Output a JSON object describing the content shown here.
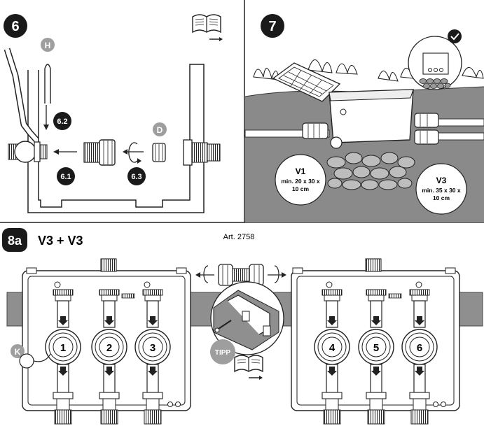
{
  "panel6": {
    "step_label": "6",
    "part_h": "H",
    "part_d": "D",
    "step_6_2": "6.2",
    "step_6_1": "6.1",
    "step_6_3": "6.3"
  },
  "panel7": {
    "step_label": "7",
    "v1_title": "V1",
    "v1_line1": "min. 20 x 30 x",
    "v1_line2": "10 cm",
    "v3_title": "V3",
    "v3_line1": "min. 35 x 30 x",
    "v3_line2": "10 cm"
  },
  "panel8a": {
    "step_label": "8a",
    "title": "V3 + V3",
    "article": "Art. 2758",
    "part_k": "K",
    "tip": "TIPP",
    "valves_left": [
      "1",
      "2",
      "3"
    ],
    "valves_right": [
      "4",
      "5",
      "6"
    ]
  },
  "colors": {
    "badge": "#1a1a1a",
    "part_badge": "#9e9e9e",
    "ground": "#8a8a8a",
    "beam": "#8f8f8f",
    "gravel": "#bdbdbd"
  },
  "icons": [
    "book-icon",
    "rotate-icon",
    "arrow-down-icon",
    "check-icon",
    "screwdriver-icon"
  ]
}
